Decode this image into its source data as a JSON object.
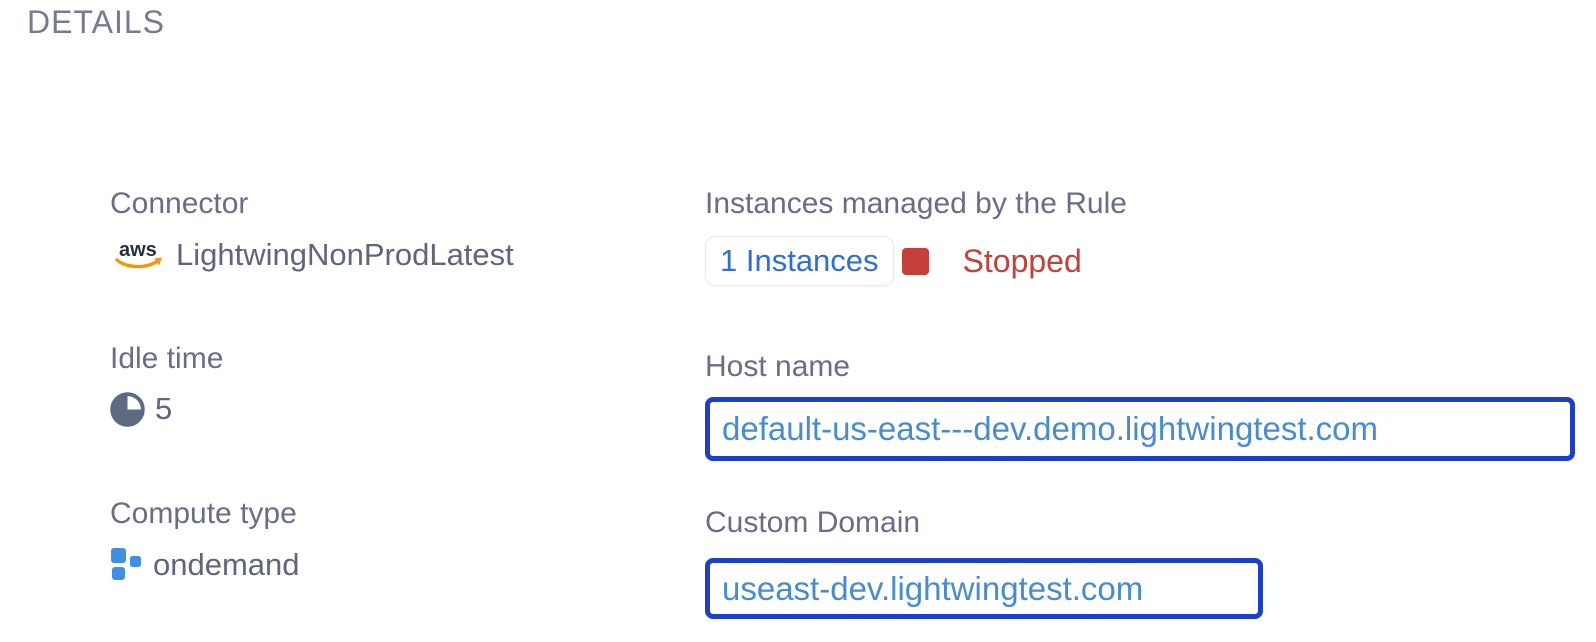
{
  "panel": {
    "title": "DETAILS"
  },
  "colors": {
    "heading": "#767b90",
    "label": "#696d87",
    "value": "#60647c",
    "link_blue": "#2e6fd4",
    "domain_blue": "#478bd5",
    "focus_border": "#1d3fc9",
    "stopped_red": "#c6403b",
    "aws_dark": "#252f3e",
    "aws_orange": "#f79400",
    "icon_slate": "#5d6a80",
    "compute_blue": "#4190e0",
    "pill_border": "#e9eaf1"
  },
  "fields": {
    "connector": {
      "label": "Connector",
      "value": "LightwingNonProdLatest",
      "icon": "aws-icon"
    },
    "idle_time": {
      "label": "Idle time",
      "value": "5",
      "icon": "idle-time-pie-icon"
    },
    "compute_type": {
      "label": "Compute type",
      "value": "ondemand",
      "icon": "compute-type-squares-icon"
    },
    "instances": {
      "label": "Instances managed by the Rule",
      "count_link": "1 Instances",
      "status": "Stopped",
      "status_icon": "stopped-status-square-icon"
    },
    "host_name": {
      "label": "Host name",
      "value": "default-us-east---dev.demo.lightwingtest.com"
    },
    "custom_domain": {
      "label": "Custom Domain",
      "value": "useast-dev.lightwingtest.com"
    }
  }
}
